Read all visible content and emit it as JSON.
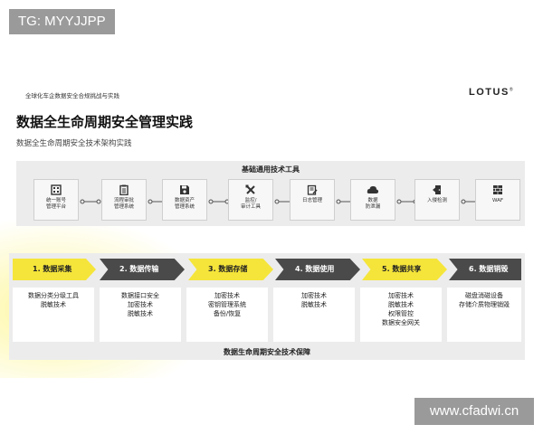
{
  "watermark_top": "TG: MYYJJPP",
  "watermark_bottom": "www.cfadwi.cn",
  "slide": {
    "header_small": "全球化车企数据安全合规挑战与实践",
    "logo": "LOTUS",
    "logo_mark": "®",
    "title": "数据全生命周期安全管理实践",
    "subtitle": "数据全生命周期安全技术架构实践",
    "tools_title": "基础通用技术工具",
    "tools": [
      {
        "icon": "grid-icon",
        "line1": "统一账号",
        "line2": "管理平台"
      },
      {
        "icon": "clipboard-icon",
        "line1": "流程审批",
        "line2": "管理系统"
      },
      {
        "icon": "floppy-disk-icon",
        "line1": "数据资产",
        "line2": "管理系统"
      },
      {
        "icon": "tools-icon",
        "line1": "监控/",
        "line2": "审计工具"
      },
      {
        "icon": "log-icon",
        "line1": "日志管理",
        "line2": ""
      },
      {
        "icon": "cloud-icon",
        "line1": "数据",
        "line2": "防泄漏"
      },
      {
        "icon": "door-entry-icon",
        "line1": "入侵检测",
        "line2": ""
      },
      {
        "icon": "firewall-icon",
        "line1": "WAF",
        "line2": ""
      }
    ],
    "stages": [
      {
        "label": "1. 数据采集",
        "items": [
          "数据分类分级工具",
          "脱敏技术"
        ]
      },
      {
        "label": "2. 数据传输",
        "items": [
          "数据接口安全",
          "加密技术",
          "脱敏技术"
        ]
      },
      {
        "label": "3. 数据存储",
        "items": [
          "加密技术",
          "密钥管理系统",
          "备份/恢复"
        ]
      },
      {
        "label": "4. 数据使用",
        "items": [
          "加密技术",
          "脱敏技术"
        ]
      },
      {
        "label": "5. 数据共享",
        "items": [
          "加密技术",
          "脱敏技术",
          "权限管控",
          "数据安全网关"
        ]
      },
      {
        "label": "6. 数据销毁",
        "items": [
          "磁盘消磁设备",
          "存储介质物理销毁"
        ]
      }
    ],
    "footer": "数据生命周期安全技术保障",
    "colors": {
      "accent_yellow": "#f5e53a",
      "dark_header": "#4a4a4a",
      "panel_gray": "#ececec"
    }
  }
}
